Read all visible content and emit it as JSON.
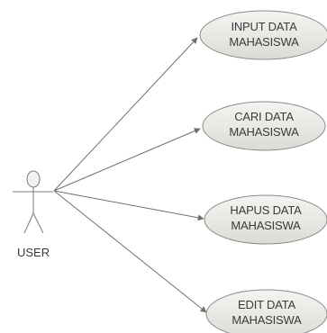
{
  "diagram": {
    "type": "use-case",
    "actor": {
      "label": "USER"
    },
    "use_cases": [
      {
        "line1": "INPUT DATA",
        "line2": "MAHASISWA"
      },
      {
        "line1": "CARI DATA",
        "line2": "MAHASISWA"
      },
      {
        "line1": "HAPUS DATA",
        "line2": "MAHASISWA"
      },
      {
        "line1": "EDIT DATA",
        "line2": "MAHASISWA"
      }
    ],
    "colors": {
      "ellipse_fill_top": "#f4f4f2",
      "ellipse_fill_bottom": "#dcdcd6",
      "ellipse_stroke": "#8a8a88",
      "line": "#707070",
      "actor_stroke": "#7a7a7a",
      "text": "#3a3a3a"
    }
  }
}
